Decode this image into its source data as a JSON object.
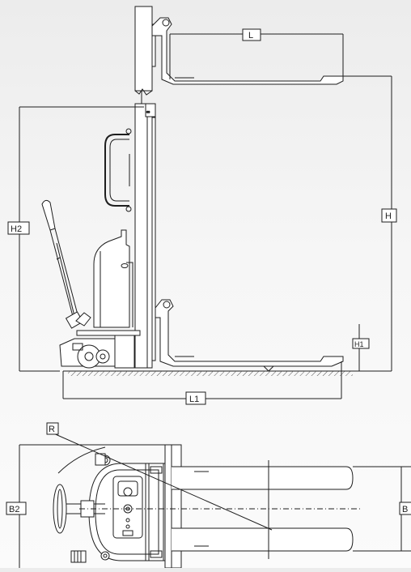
{
  "labels": {
    "L": "L",
    "H": "H",
    "H1": "H1",
    "H2": "H2",
    "L1": "L1",
    "R": "R",
    "B2": "B2",
    "B": "B"
  },
  "colors": {
    "stroke": "#1e1e1e",
    "fill": "#ffffff",
    "hatch": "#555555"
  }
}
